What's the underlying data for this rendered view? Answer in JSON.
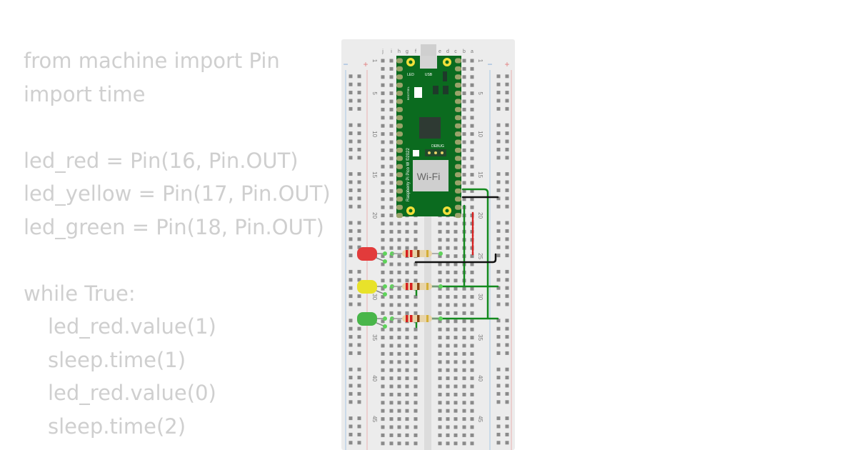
{
  "code_lines": [
    {
      "text": "from machine import Pin",
      "indent": false
    },
    {
      "text": "import time",
      "indent": false
    },
    {
      "text": "",
      "indent": false
    },
    {
      "text": "led_red = Pin(16, Pin.OUT)",
      "indent": false
    },
    {
      "text": "led_yellow = Pin(17, Pin.OUT)",
      "indent": false
    },
    {
      "text": "led_green = Pin(18, Pin.OUT)",
      "indent": false
    },
    {
      "text": "",
      "indent": false
    },
    {
      "text": "while True:",
      "indent": false
    },
    {
      "text": "led_red.value(1)",
      "indent": true
    },
    {
      "text": "sleep.time(1)",
      "indent": true
    },
    {
      "text": "led_red.value(0)",
      "indent": true
    },
    {
      "text": "sleep.time(2)",
      "indent": true
    }
  ],
  "breadboard": {
    "column_letters_left": [
      "j",
      "i",
      "h",
      "g",
      "f"
    ],
    "column_letters_right": [
      "e",
      "d",
      "c",
      "b",
      "a"
    ],
    "row_numbers": [
      "1",
      "5",
      "10",
      "15",
      "20",
      "25",
      "30",
      "35",
      "40",
      "45"
    ],
    "rail_minus": "−",
    "rail_plus": "+"
  },
  "pico": {
    "label": "Raspberry Pi Pico W ©2022",
    "wifi_label": "Wi-Fi",
    "debug_label": "DEBUG",
    "led_label": "LED",
    "usb_label": "USB",
    "bootsel_label": "BOOTSEL",
    "color": "#0b6b1f"
  },
  "leds": [
    {
      "name": "red",
      "color": "#e23b3b"
    },
    {
      "name": "yellow",
      "color": "#e8e22a"
    },
    {
      "name": "green",
      "color": "#49b64a"
    }
  ],
  "wire_colors": {
    "green": "#138a1e",
    "black": "#111111",
    "red": "#d62020"
  }
}
